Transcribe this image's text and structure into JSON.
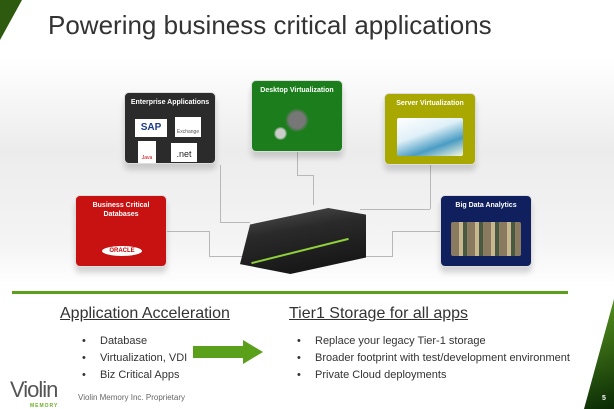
{
  "slide": {
    "title": "Powering business critical applications",
    "page_number": "5"
  },
  "diagram": {
    "boxes": [
      {
        "label": "Enterprise Applications",
        "color": "#2b2b2b",
        "logos": [
          "SAP",
          "Exchange",
          "Java",
          ".net"
        ]
      },
      {
        "label": "Desktop Virtualization",
        "color": "#1b7d1b"
      },
      {
        "label": "Server Virtualization",
        "color": "#a9a800"
      },
      {
        "label": "Business Critical Databases",
        "color": "#c81212",
        "logos": [
          "ORACLE"
        ]
      },
      {
        "label": "Big Data  Analytics",
        "color": "#10205e"
      }
    ]
  },
  "left": {
    "heading": "Application Acceleration",
    "bullets": [
      "Database",
      "Virtualization, VDI",
      "Biz Critical Apps"
    ]
  },
  "right": {
    "heading": "Tier1 Storage for all apps",
    "bullets": [
      "Replace your legacy Tier-1 storage",
      "Broader footprint with test/development environment",
      "Private Cloud deployments"
    ]
  },
  "bullet_char": "•",
  "footer": {
    "logo": "Violin",
    "logo_sub": "MEMORY",
    "text": "Violin Memory Inc. Proprietary"
  },
  "colors": {
    "accent": "#5aa01a"
  }
}
